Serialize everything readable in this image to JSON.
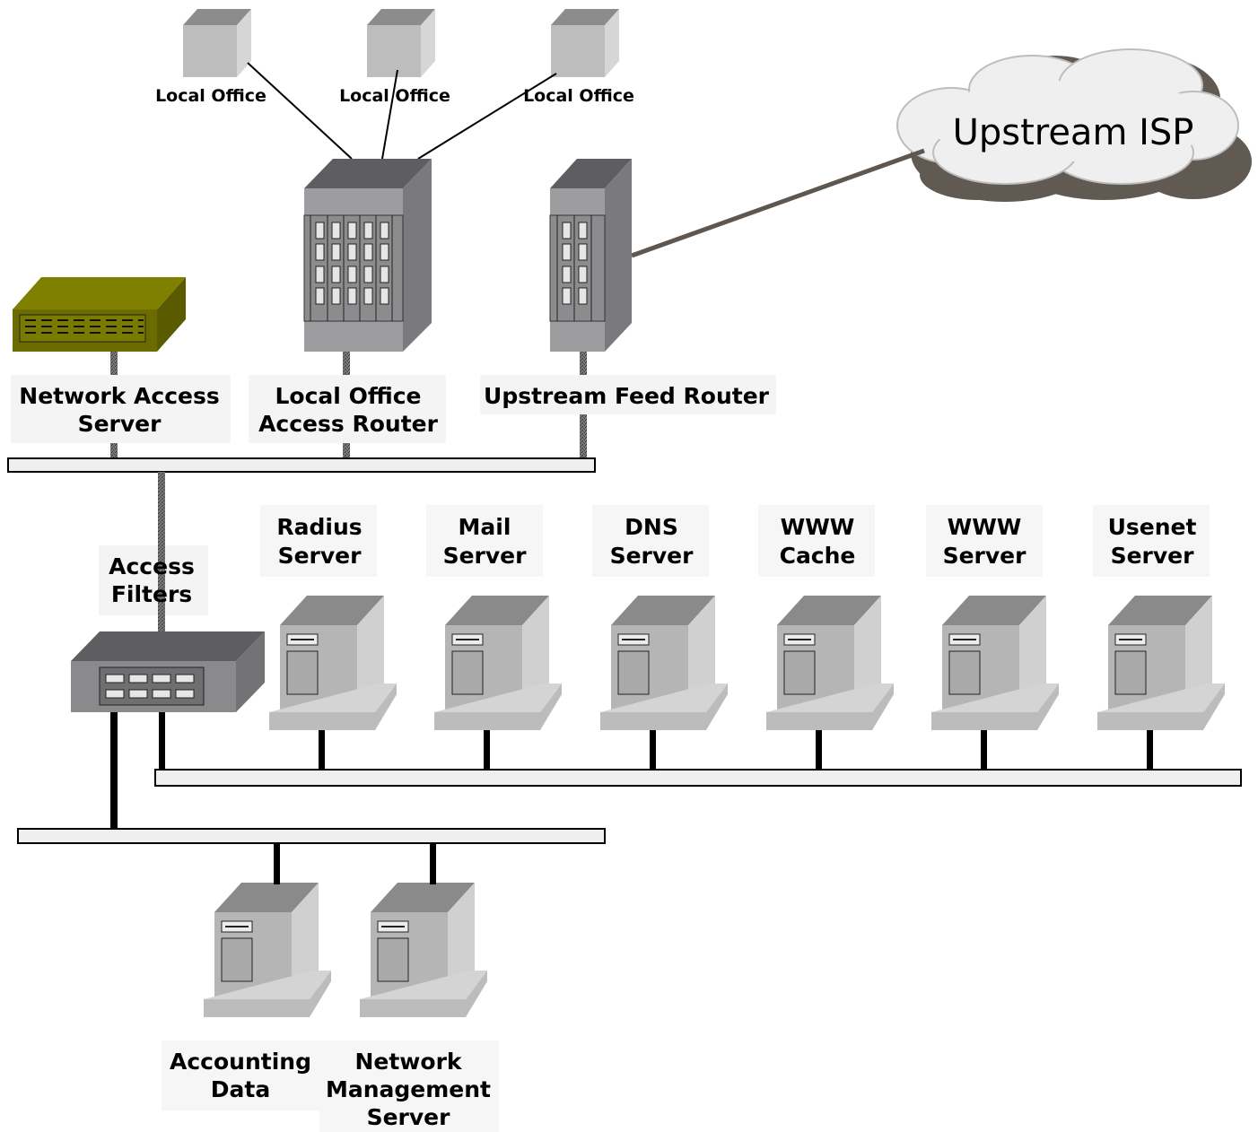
{
  "cloud": {
    "label": "Upstream ISP"
  },
  "local_offices": [
    {
      "label": "Local Office"
    },
    {
      "label": "Local Office"
    },
    {
      "label": "Local Office"
    }
  ],
  "devices": {
    "network_access_server": {
      "label_lines": [
        "Network Access",
        "Server"
      ]
    },
    "local_office_access_router": {
      "label_lines": [
        "Local Office",
        "Access Router"
      ]
    },
    "upstream_feed_router": {
      "label_lines": [
        "Upstream Feed Router"
      ]
    },
    "access_filters": {
      "label_lines": [
        "Access",
        "Filters"
      ]
    }
  },
  "servers": [
    {
      "label_lines": [
        "Radius",
        "Server"
      ]
    },
    {
      "label_lines": [
        "Mail",
        "Server"
      ]
    },
    {
      "label_lines": [
        "DNS",
        "Server"
      ]
    },
    {
      "label_lines": [
        "WWW",
        "Cache"
      ]
    },
    {
      "label_lines": [
        "WWW",
        "Server"
      ]
    },
    {
      "label_lines": [
        "Usenet",
        "Server"
      ]
    }
  ],
  "back_servers": [
    {
      "label_lines": [
        "Accounting",
        "Data"
      ]
    },
    {
      "label_lines": [
        "Network",
        "Management",
        "Server"
      ]
    }
  ],
  "colors": {
    "server_front": "#b5b5b5",
    "server_side": "#d0d0d0",
    "server_top": "#8a8a8a",
    "router_front": "#9d9d9f",
    "router_side": "#7a7a7c",
    "router_top": "#5e5e60",
    "nas_body": "#6b6b00",
    "nas_top": "#808000",
    "cloud_fill": "#efefef",
    "cloud_shadow": "#605a52",
    "upstream_link": "#5d574f",
    "bus_fill": "#efefef"
  },
  "icon_names": [
    "cloud-icon",
    "local-office-cube-icon",
    "router-chassis-icon",
    "network-access-server-icon",
    "filter-switch-icon",
    "tower-server-icon"
  ]
}
